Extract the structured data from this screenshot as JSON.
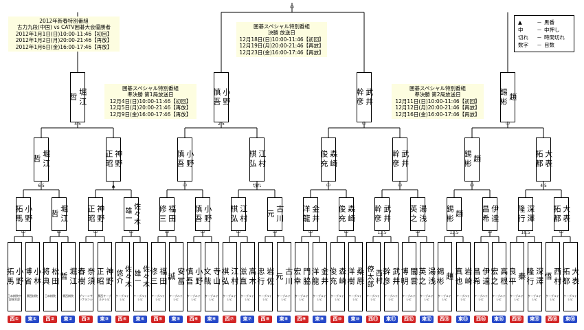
{
  "legend": [
    {
      "symbol": "▲",
      "meaning": "黒番"
    },
    {
      "symbol": "中",
      "meaning": "中押し"
    },
    {
      "symbol": "切れ",
      "meaning": "時間切れ"
    },
    {
      "symbol": "数字",
      "meaning": "目数"
    }
  ],
  "info_boxes": [
    {
      "line1": "2012年新春特別番組",
      "line2": "古力九段(中国) vs CATV囲碁大会優勝者",
      "dates": [
        "2012年1月1日(日)10:00-11:46【初回】",
        "2012年1月2日(月)20:00-21:46【再放】",
        "2012年1月6日(金)16:00-17:46【再放】"
      ]
    },
    {
      "line1": "囲碁スペシャル特別番組",
      "line2": "決勝 放送日",
      "dates": [
        "12月18日(日)10:00-11:46【初回】",
        "12月19日(月)20:00-21:46【再放】",
        "12月23日(金)16:00-17:46【再放】"
      ]
    },
    {
      "line1": "囲碁スペシャル特別番組",
      "line2": "準決勝 第1局放送日",
      "dates": [
        "12月4日(日)10:00-11:46【初回】",
        "12月5日(月)20:00-21:46【再放】",
        "12月9日(金)16:00-17:46【再放】"
      ]
    },
    {
      "line1": "囲碁スペシャル特別番組",
      "line2": "準決勝 第2局放送日",
      "dates": [
        "12月11日(日)10:00-11:46【初回】",
        "12月12日(月)20:00-21:46【再放】",
        "12月16日(金)16:00-17:46【再放】"
      ]
    }
  ],
  "players": [
    {
      "name": "小野\n拓馬",
      "affiliation": "日本棋院中部総本部",
      "seed": "西①",
      "side": "west"
    },
    {
      "name": "小林\n博省",
      "affiliation": "関西棋院",
      "seed": "東①",
      "side": "east"
    },
    {
      "name": "松田\n将典",
      "affiliation": "日本棋院",
      "seed": "西②",
      "side": "west"
    },
    {
      "name": "堀江\n哲",
      "affiliation": "関西棋院",
      "seed": "東②",
      "side": "east"
    },
    {
      "name": "奈須\n春樹",
      "affiliation": "グリーンサンフランシスコ",
      "seed": "西③",
      "side": "west"
    },
    {
      "name": "神野\n正昭",
      "affiliation": "関西ケーブルテレビ",
      "seed": "東③",
      "side": "east"
    },
    {
      "name": "佐々木\n悠介",
      "affiliation": "ケーブルテレビ",
      "seed": "西④",
      "side": "west"
    },
    {
      "name": "佐々木\n雄一",
      "affiliation": "ケーブルテレビ",
      "seed": "東④",
      "side": "east"
    },
    {
      "name": "福田\n修三",
      "affiliation": "ケーブルテレビ",
      "seed": "西⑤",
      "side": "west"
    },
    {
      "name": "安冨\n誠",
      "affiliation": "ケーブルテレビ",
      "seed": "東⑤",
      "side": "east"
    },
    {
      "name": "小野\n慎吾",
      "affiliation": "ケーブルテレビ",
      "seed": "西⑥",
      "side": "west"
    },
    {
      "name": "寺山\n文哉",
      "affiliation": "ケーブルテレビ",
      "seed": "東⑥",
      "side": "east"
    },
    {
      "name": "江村\n棋弘",
      "affiliation": "ケーブルテレビ",
      "seed": "西⑦",
      "side": "west"
    },
    {
      "name": "高木\n滋直",
      "affiliation": "ケーブルテレビ",
      "seed": "東⑦",
      "side": "east"
    },
    {
      "name": "岩佐\n忠行",
      "affiliation": "ケーブルテレビ",
      "seed": "西⑧",
      "side": "west"
    },
    {
      "name": "古川\n元",
      "affiliation": "ケーブルテレビ",
      "seed": "東⑧",
      "side": "east"
    },
    {
      "name": "門脇\n宏幸",
      "affiliation": "ケーブルテレビ",
      "seed": "西⑨",
      "side": "west"
    },
    {
      "name": "金井\n洋龍",
      "affiliation": "ケーブルテレビ",
      "seed": "東⑨",
      "side": "east"
    },
    {
      "name": "森崎\n俊充",
      "affiliation": "ケーブルテレビ",
      "seed": "西⑩",
      "side": "west"
    },
    {
      "name": "桑原\n洋樹",
      "affiliation": "ケーブルテレビ",
      "seed": "東⑩",
      "side": "east"
    },
    {
      "name": "西村\n僚太郎",
      "affiliation": "ケーブルテレビ",
      "seed": "西⑪",
      "side": "west"
    },
    {
      "name": "武井\n幹彦",
      "affiliation": "ケーブルテレビ",
      "seed": "東⑪",
      "side": "east"
    },
    {
      "name": "闇雲\n博明",
      "affiliation": "ケーブルテレビ",
      "seed": "西⑫",
      "side": "west"
    },
    {
      "name": "湯浅\n英之",
      "affiliation": "ケーブルテレビ",
      "seed": "東⑫",
      "side": "east"
    },
    {
      "name": "趙\n錫彬",
      "affiliation": "ケーブルテレビ",
      "seed": "西⑬",
      "side": "west"
    },
    {
      "name": "岩崎\n真也",
      "affiliation": "ケーブルテレビ",
      "seed": "東⑬",
      "side": "east"
    },
    {
      "name": "伊達\n昌希",
      "affiliation": "ケーブルテレビ",
      "seed": "西⑭",
      "side": "west"
    },
    {
      "name": "高根\n宏之",
      "affiliation": "ケーブルテレビ",
      "seed": "東⑭",
      "side": "east"
    },
    {
      "name": "秦\n良平",
      "affiliation": "ケーブルテレビ",
      "seed": "西⑮",
      "side": "west"
    },
    {
      "name": "深澤\n隆行",
      "affiliation": "ケーブルテレビ",
      "seed": "東⑮",
      "side": "east"
    },
    {
      "name": "西村\n悟",
      "affiliation": "ケーブルテレビ",
      "seed": "西⑯",
      "side": "west"
    },
    {
      "name": "大表\n拓都",
      "affiliation": "ケーブルテレビ",
      "seed": "東⑯",
      "side": "east"
    }
  ],
  "round1_winners": [
    "小野\n拓馬",
    "堀江\n哲",
    "神野\n正昭",
    "佐々木\n雄一",
    "福田\n修三",
    "小野\n慎吾",
    "江村\n棋弘",
    "古川\n元",
    "金井\n洋龍",
    "森崎\n俊充",
    "武井\n幹彦",
    "湯浅\n英之",
    "趙\n錫彬",
    "伊達\n昌希",
    "深澤\n隆行",
    "大表\n拓都"
  ],
  "round1_results": [
    "中",
    "中",
    "中",
    "中",
    "中",
    "中",
    "中",
    "中",
    "中",
    "中",
    "13.5",
    "中",
    "13.5",
    "中",
    "16.5",
    "中"
  ],
  "round2_winners": [
    "堀江\n哲",
    "神野\n正昭",
    "小野\n慎吾",
    "江村\n棋弘",
    "森崎\n俊充",
    "武井\n幹彦",
    "趙\n錫彬",
    "大表\n拓都"
  ],
  "round2_results": [
    "6.5",
    "▲",
    "中",
    "切れ",
    "中",
    "中",
    "中",
    "4.5"
  ],
  "round3_winners": [
    "堀江\n哲",
    "小野\n慎吾",
    "武井\n幹彦",
    "趙\n錫彬"
  ],
  "round3_results": [
    "4.5",
    "2.5",
    "中",
    "中"
  ],
  "round4_winners": [
    "武井\n幹彦"
  ],
  "round4_results": [
    "中"
  ]
}
